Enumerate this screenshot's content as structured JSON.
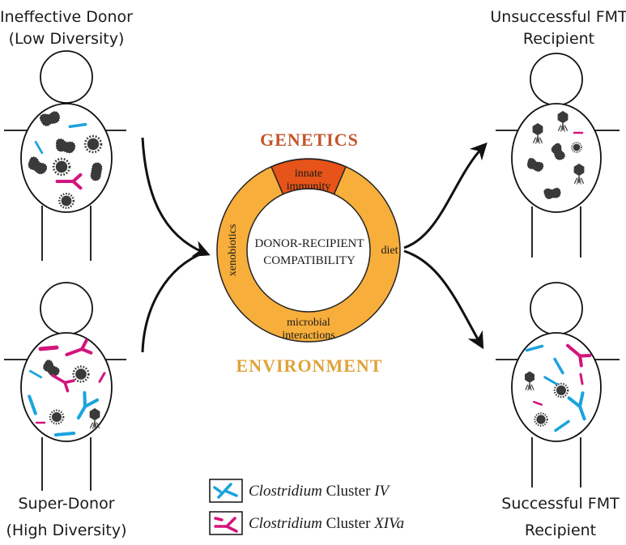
{
  "donors": {
    "ineffective": {
      "line1": "Ineffective Donor",
      "line2": "(Low Diversity)"
    },
    "super": {
      "line1": "Super-Donor",
      "line2": "(High Diversity)"
    }
  },
  "recipients": {
    "unsuccessful": {
      "line1": "Unsuccessful FMT",
      "line2": "Recipient"
    },
    "successful": {
      "line1": "Successful FMT",
      "line2": "Recipient"
    }
  },
  "ring": {
    "top_label": "GENETICS",
    "bottom_label": "ENVIRONMENT",
    "center_line1": "DONOR-RECIPIENT",
    "center_line2": "COMPATIBILITY",
    "segment_top_line1": "innate",
    "segment_top_line2": "immunity",
    "segment_right": "diet",
    "segment_bottom_line1": "microbial",
    "segment_bottom_line2": "interactions",
    "segment_left": "xenobiotics"
  },
  "legend": {
    "items": [
      {
        "italic": "Clostridium",
        "plain": " Cluster ",
        "italic_suffix": "IV",
        "color": "#1ba3dc"
      },
      {
        "italic": "Clostridium",
        "plain": " Cluster ",
        "italic_suffix": "XIVa",
        "color": "#d4147c"
      }
    ]
  },
  "colors": {
    "ring_fill": "#f7ae3b",
    "immunity_fill": "#e65419",
    "genetics_text": "#c4552b",
    "environment_text": "#dfa23a",
    "cluster_iv": "#1ba3dc",
    "cluster_xiva": "#d4147c",
    "microbe_dark": "#3a3a3a"
  }
}
